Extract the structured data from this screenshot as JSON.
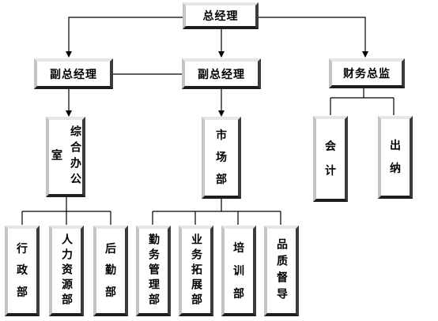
{
  "nodes": {
    "gm": "总经理",
    "vp1": "副总经理",
    "vp2": "副总经理",
    "cfo": "财务总监",
    "office": "综合办公室",
    "market": [
      "市",
      "场",
      "部"
    ],
    "accounting": [
      "会",
      "计"
    ],
    "cashier": [
      "出",
      "纳"
    ],
    "admin": [
      "行",
      "政",
      "部"
    ],
    "hr": "人力资源部",
    "logistics": [
      "后",
      "勤",
      "部"
    ],
    "service": "勤务管理部",
    "bizdev": "业务拓展部",
    "training": [
      "培",
      "训",
      "部"
    ],
    "quality": "品质督导"
  }
}
